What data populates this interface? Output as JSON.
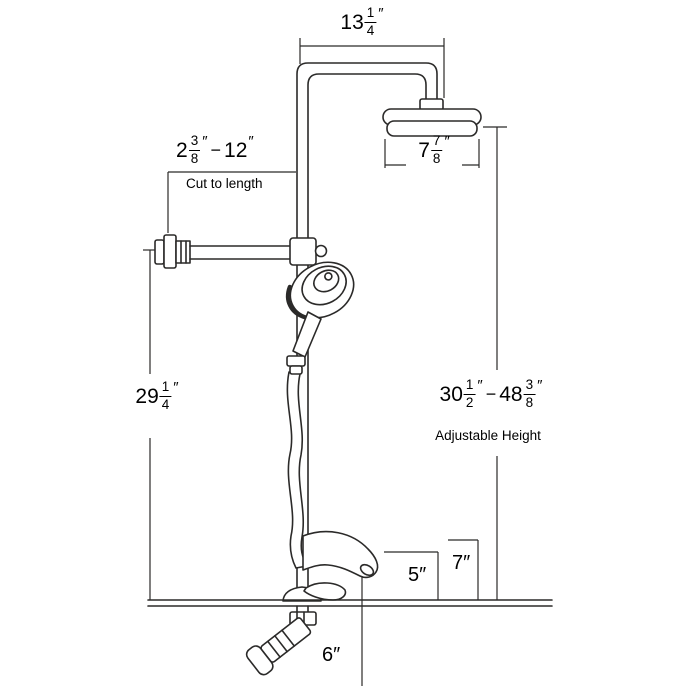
{
  "colors": {
    "line": "#2b2a29",
    "text": "#000000",
    "background": "#ffffff"
  },
  "dims": {
    "top_width": {
      "whole": "13",
      "num": "1",
      "den": "4",
      "unit": "″"
    },
    "arm_length": {
      "whole": "2",
      "num": "3",
      "den": "8",
      "unit": "″",
      "dash": "−",
      "max": "12",
      "max_unit": "″",
      "note": "Cut to length"
    },
    "head_width": {
      "whole": "7",
      "num": "7",
      "den": "8",
      "unit": "″"
    },
    "left_height": {
      "whole": "29",
      "num": "1",
      "den": "4",
      "unit": "″"
    },
    "adjustable_height": {
      "min_whole": "30",
      "min_num": "1",
      "min_den": "2",
      "min_unit": "″",
      "dash": "−",
      "max_whole": "48",
      "max_num": "3",
      "max_den": "8",
      "max_unit": "″",
      "note": "Adjustable Height"
    },
    "spout_reach": "5″",
    "spout_height": "7″",
    "spout_drop": "6″"
  }
}
